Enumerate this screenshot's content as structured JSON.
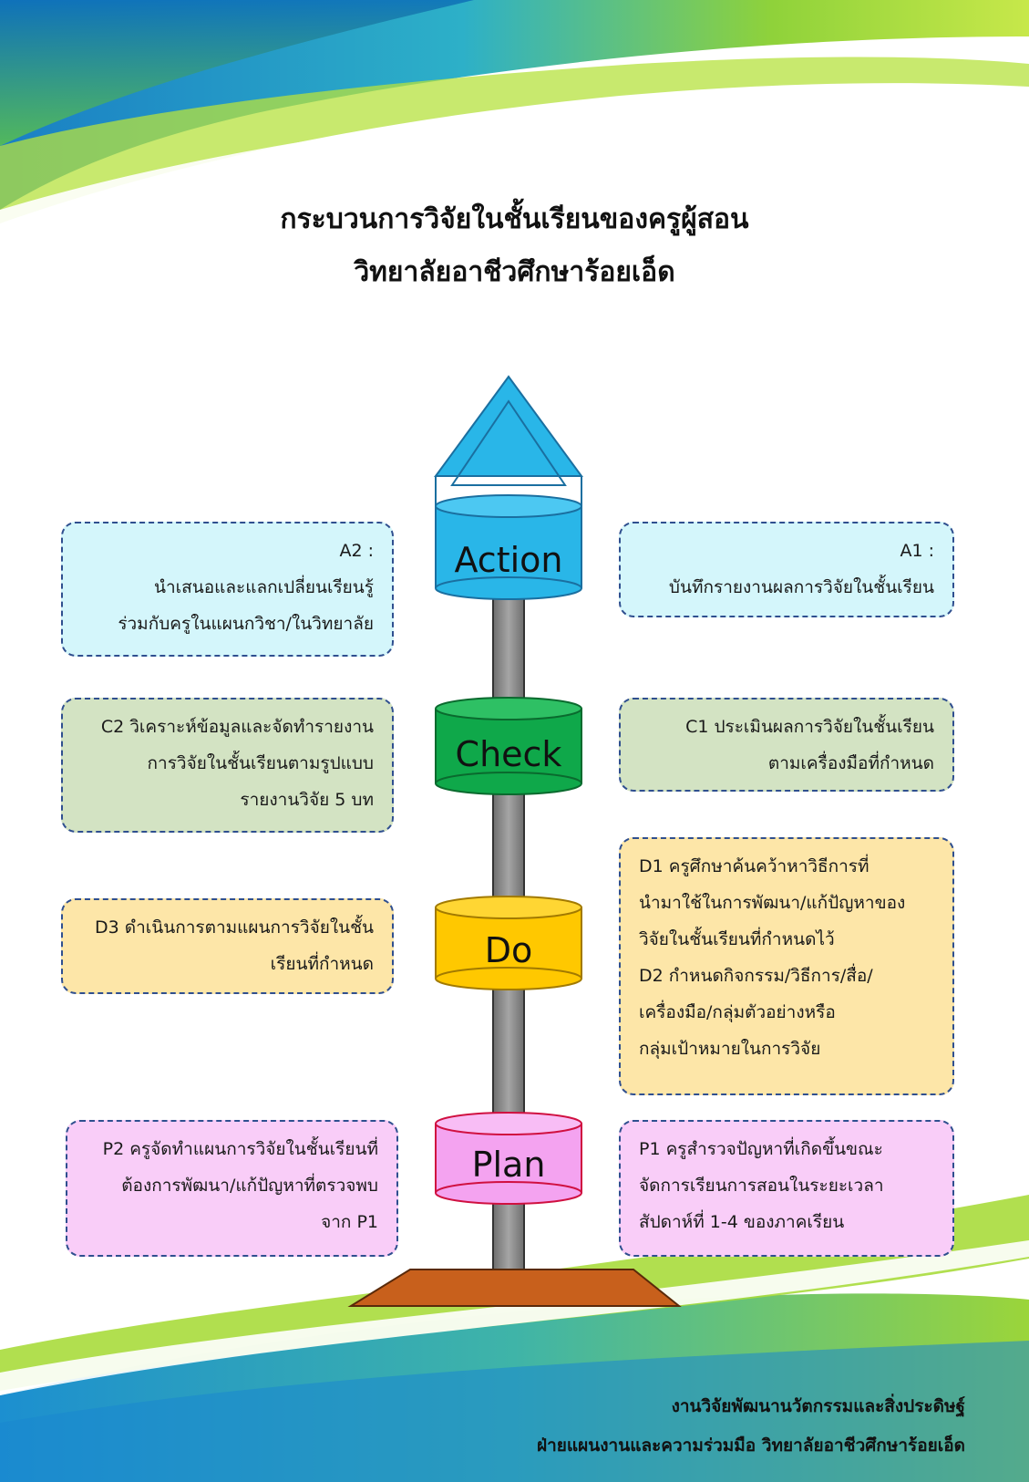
{
  "title": {
    "line1": "กระบวนการวิจัยในชั้นเรียนของครูผู้สอน",
    "line2": "วิทยาลัยอาชีวศึกษาร้อยเอ็ด"
  },
  "stages": {
    "action": "Action",
    "check": "Check",
    "do": "Do",
    "plan": "Plan"
  },
  "boxes": {
    "a2": [
      "A2 :",
      "นำเสนอและแลกเปลี่ยนเรียนรู้",
      "ร่วมกับครูในแผนกวิชา/ในวิทยาลัย"
    ],
    "a1": [
      "A1 :",
      "บันทึกรายงานผลการวิจัยในชั้นเรียน"
    ],
    "c2": [
      "C2 วิเคราะห์ข้อมูลและจัดทำรายงาน",
      "การวิจัยในชั้นเรียนตามรูปแบบ",
      "รายงานวิจัย 5 บท"
    ],
    "c1": [
      "C1 ประเมินผลการวิจัยในชั้นเรียน",
      "ตามเครื่องมือที่กำหนด"
    ],
    "d3": [
      "D3 ดำเนินการตามแผนการวิจัยในชั้น",
      "เรียนที่กำหนด"
    ],
    "d1d2": [
      "D1 ครูศึกษาค้นคว้าหาวิธีการที่",
      "นำมาใช้ในการพัฒนา/แก้ปัญหาของ",
      "วิจัยในชั้นเรียนที่กำหนดไว้",
      "D2 กำหนดกิจกรรม/วิธีการ/สื่อ/",
      "เครื่องมือ/กลุ่มตัวอย่างหรือ",
      "กลุ่มเป้าหมายในการวิจัย"
    ],
    "p2": [
      "P2 ครูจัดทำแผนการวิจัยในชั้นเรียนที่",
      "ต้องการพัฒนา/แก้ปัญหาที่ตรวจพบ",
      "จาก P1"
    ],
    "p1": [
      "P1 ครูสำรวจปัญหาที่เกิดขึ้นขณะ",
      "จัดการเรียนการสอนในระยะเวลา",
      "สัปดาห์ที่ 1-4 ของภาคเรียน"
    ]
  },
  "footer": {
    "line1": "งานวิจัยพัฒนานวัตกรรมและสิ่งประดิษฐ์",
    "line2": "ฝ่ายแผนงานและความร่วมมือ  วิทยาลัยอาชีวศึกษาร้อยเอ็ด"
  },
  "colors": {
    "action": "#29b6e8",
    "check": "#0fa84a",
    "do": "#ffc800",
    "plan": "#f4a3f0",
    "box_action": "#d4f6fb",
    "box_check": "#d3e3c3",
    "box_do": "#fde6a8",
    "box_plan": "#f9cdf8",
    "base": "#c8601c",
    "pole": "#8a8a8a"
  }
}
